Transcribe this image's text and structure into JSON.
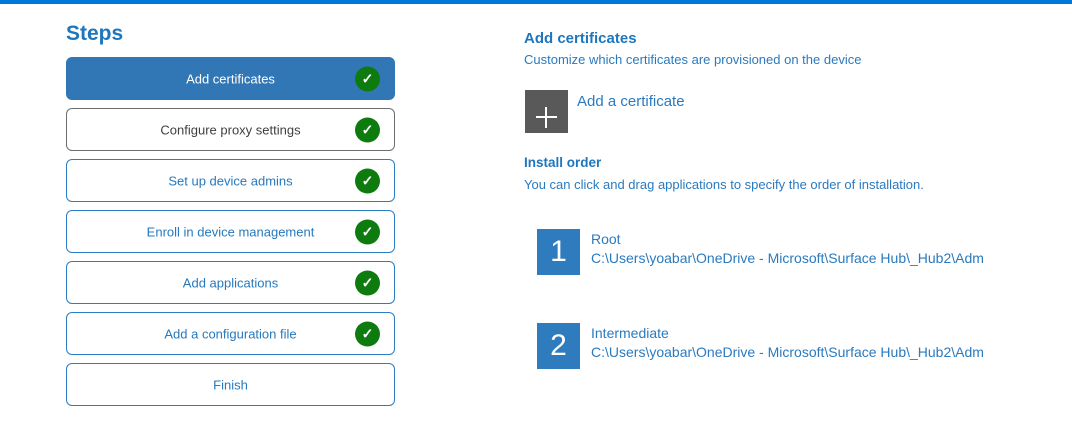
{
  "colors": {
    "accent_bar": "#0078D7",
    "active_step_bg": "#3177B5",
    "step_border_blue": "#2E7DC1",
    "step_text_blue": "#2679BE",
    "muted_step_border": "#6E6E6E",
    "muted_step_text": "#3F3F3F",
    "check_green": "#0E7B0E",
    "add_button_gray": "#595959",
    "order_badge_blue": "#2E7CBE",
    "heading_blue": "#1E76BD"
  },
  "steps": {
    "title": "Steps",
    "items": [
      {
        "label": "Add certificates",
        "checked": true,
        "state": "active"
      },
      {
        "label": "Configure proxy settings",
        "checked": true,
        "state": "muted"
      },
      {
        "label": "Set up device admins",
        "checked": true,
        "state": "normal"
      },
      {
        "label": "Enroll in device management",
        "checked": true,
        "state": "normal"
      },
      {
        "label": "Add applications",
        "checked": true,
        "state": "normal"
      },
      {
        "label": "Add a configuration file",
        "checked": true,
        "state": "normal"
      },
      {
        "label": "Finish",
        "checked": false,
        "state": "normal"
      }
    ]
  },
  "content": {
    "title": "Add certificates",
    "subtitle": "Customize which certificates are provisioned on the device",
    "add_button": {
      "icon": "plus-icon",
      "label": "Add a certificate"
    },
    "install_order": {
      "title": "Install order",
      "hint": "You can click and drag applications to specify the order of installation.",
      "items": [
        {
          "order": "1",
          "name": "Root",
          "path": "C:\\Users\\yoabar\\OneDrive - Microsoft\\Surface Hub\\_Hub2\\Adm"
        },
        {
          "order": "2",
          "name": "Intermediate",
          "path": "C:\\Users\\yoabar\\OneDrive - Microsoft\\Surface Hub\\_Hub2\\Adm"
        }
      ]
    }
  }
}
